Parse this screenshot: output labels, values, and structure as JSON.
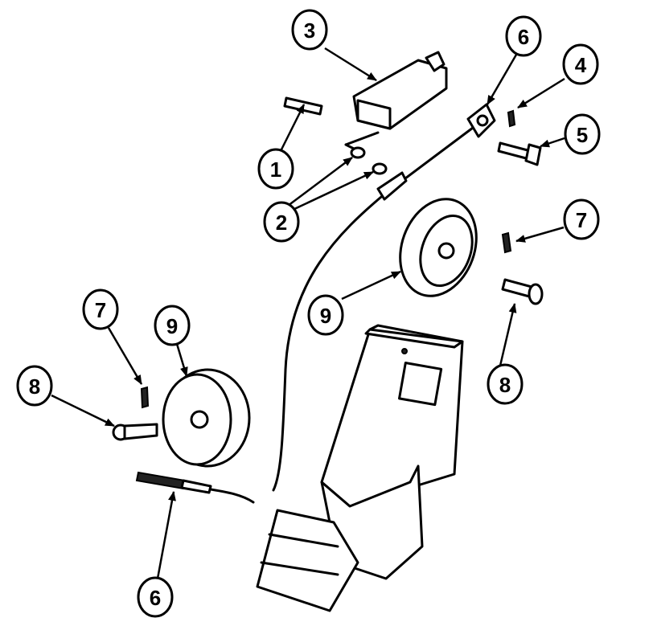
{
  "diagram": {
    "type": "exploded parts view",
    "callouts": {
      "c1": "1",
      "c2": "2",
      "c3": "3",
      "c4": "4",
      "c5": "5",
      "c6_top": "6",
      "c6_bottom": "6",
      "c7_right": "7",
      "c7_left": "7",
      "c8_right": "8",
      "c8_left": "8",
      "c9_mid": "9",
      "c9_left": "9"
    }
  }
}
